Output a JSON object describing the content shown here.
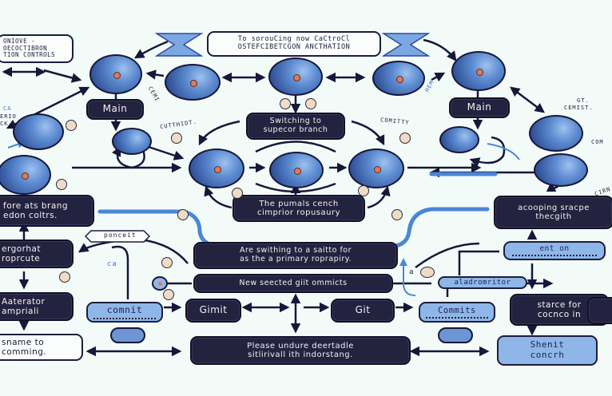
{
  "title_box": {
    "line1": "To sorouCing now CaCtroCl",
    "line2": "OSTEFCIBETCGON ANCTHATION"
  },
  "top_left_box": {
    "line1": "ONIOVE -",
    "line2": "OECOCTIBRON",
    "line3": "TION CONTROLS"
  },
  "labels": {
    "main_left": "Main",
    "main_right": "Main",
    "switching": {
      "line1": "Switching to",
      "line2": "supecor branch"
    },
    "primary_branch": {
      "line1": "The pumals cench",
      "line2": "cimprior ropusaury"
    },
    "left_mid": {
      "line1": "fore ats brang",
      "line2": "edon coltrs."
    },
    "right_mid": {
      "line1": "acooping sracpe",
      "line2": "thecgith"
    },
    "switching_primary": {
      "line1": "Are swithing to a saitto for",
      "line2": "as  the a primary roprapiry."
    },
    "new_selected": "New seected giit ommicts",
    "left_box_a": {
      "line1": "ergorhat",
      "line2": "roprcute"
    },
    "left_box_b": {
      "line1": "Aaterator",
      "line2": "ampriali"
    },
    "left_box_c": {
      "line1": "sname to",
      "line2": "comming."
    },
    "commit_left": "comnit",
    "gimit": "Gimit",
    "git": "Git",
    "commits_right": "Commits",
    "aladromnitor": "aladromritor",
    "ent_on": "ent  on",
    "starce": {
      "line1": "starce for",
      "line2": "cocnco in"
    },
    "shenit": {
      "line1": "Shenit",
      "line2": "concrh"
    },
    "please": {
      "line1": "Please undure deertadle",
      "line2": "sitlirivall ith indorstang."
    },
    "ponceit": "ponceit"
  },
  "annotations": {
    "cuthidt": "CUTTHIDT.",
    "comitty": "COMITTY",
    "gt_cemist": {
      "line1": "GT.",
      "line2": "CEMIST."
    },
    "cemi": "CEMI",
    "hem": "HEM",
    "com": "COM",
    "cirn": "CIRN",
    "left_small": {
      "line1": "CA",
      "line2": "ERIO",
      "line3": "CK"
    },
    "a_tip": "a",
    "ca": "ca"
  },
  "colors": {
    "background": "#f3fbf8",
    "dark_box": "#23223f",
    "light_box": "#8fb6e8",
    "node_blue": "#5d8bd0",
    "node_dot": "#e07a5a",
    "wire": "#16173a",
    "accent_blue": "#4a86d8"
  }
}
